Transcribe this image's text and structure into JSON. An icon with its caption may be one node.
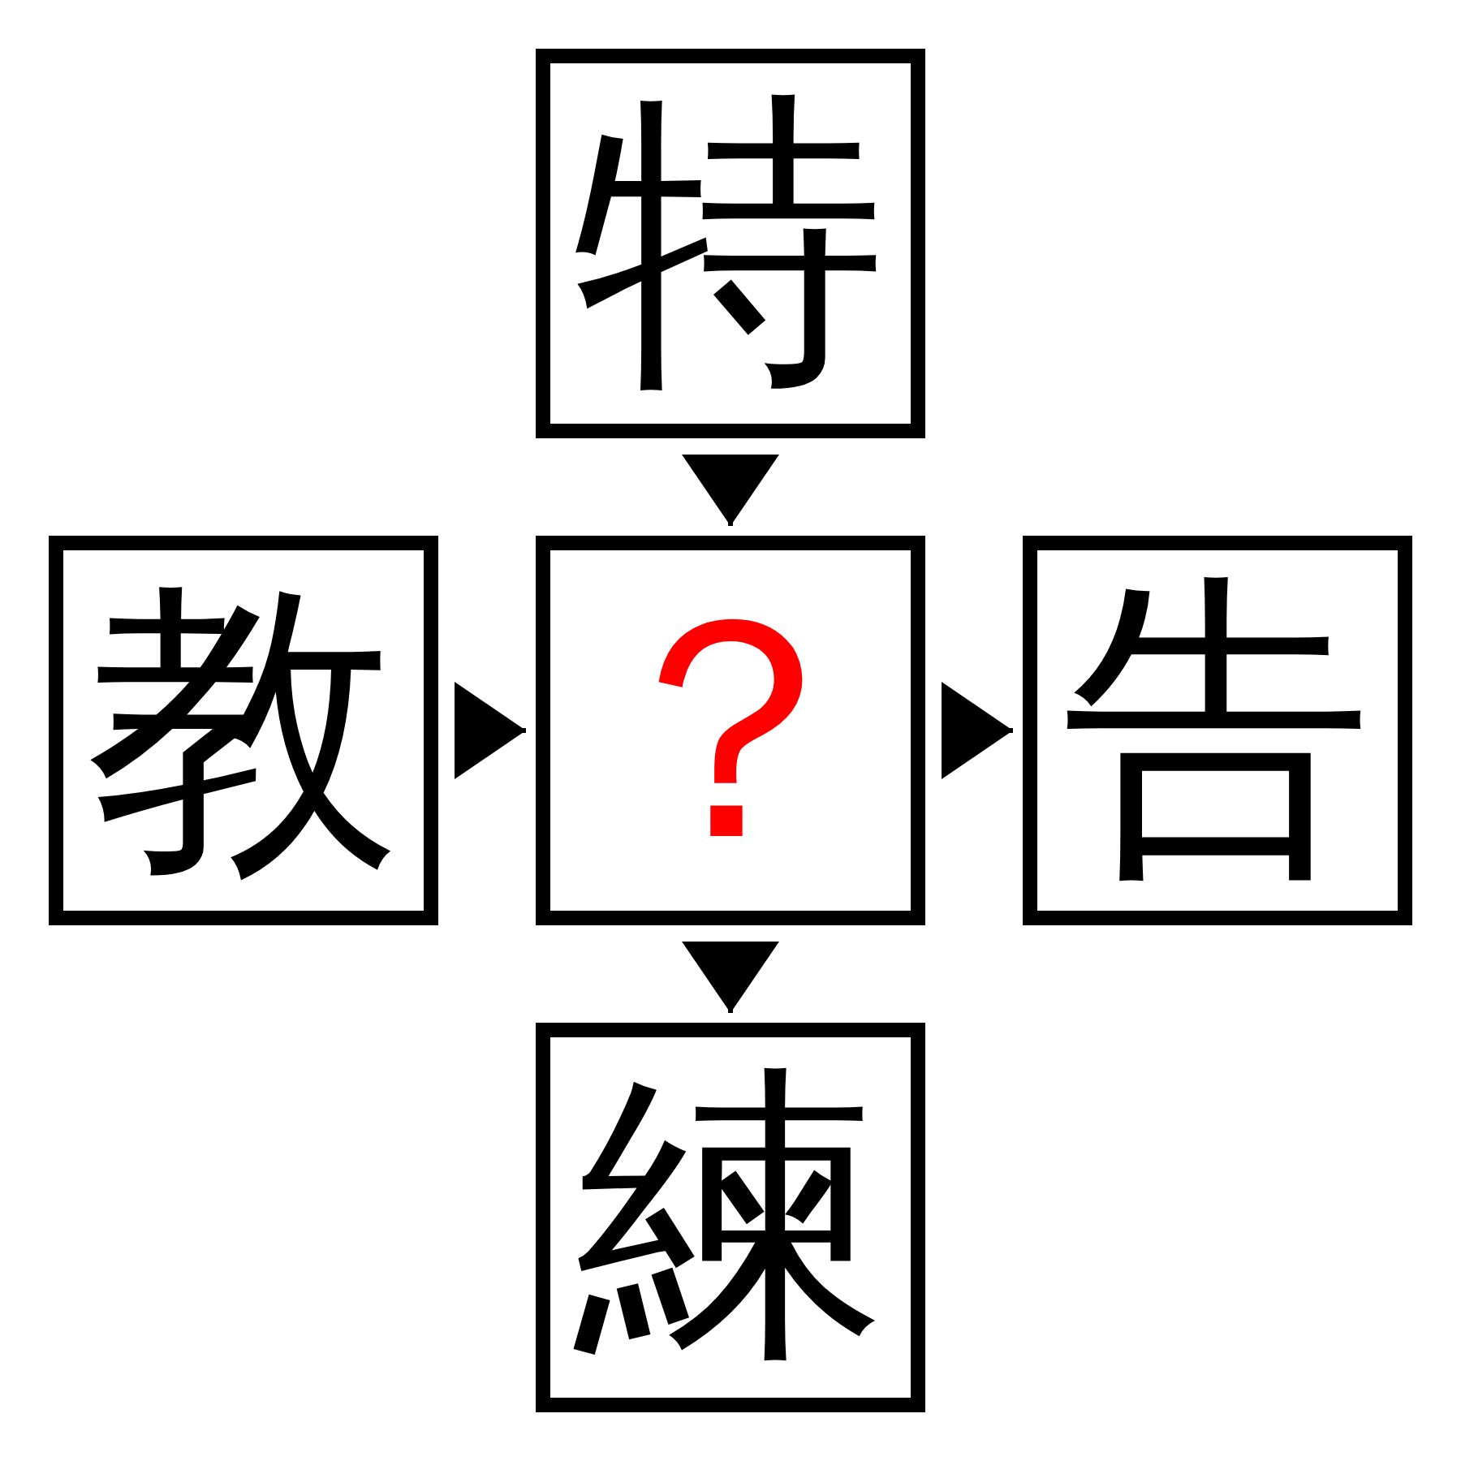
{
  "diagram": {
    "nodes": [
      {
        "text": [
          "特"
        ]
      },
      {
        "text": [
          "教"
        ]
      },
      {
        "text": [
          "？"
        ]
      },
      {
        "text": [
          "告"
        ]
      },
      {
        "text": [
          "練"
        ]
      }
    ],
    "edges": [
      {
        "from": 0,
        "to": 2,
        "arrow": "to"
      },
      {
        "from": 1,
        "to": 2,
        "arrow": "to"
      },
      {
        "from": 2,
        "to": 3,
        "arrow": "to"
      },
      {
        "from": 2,
        "to": 4,
        "arrow": "to"
      }
    ]
  }
}
